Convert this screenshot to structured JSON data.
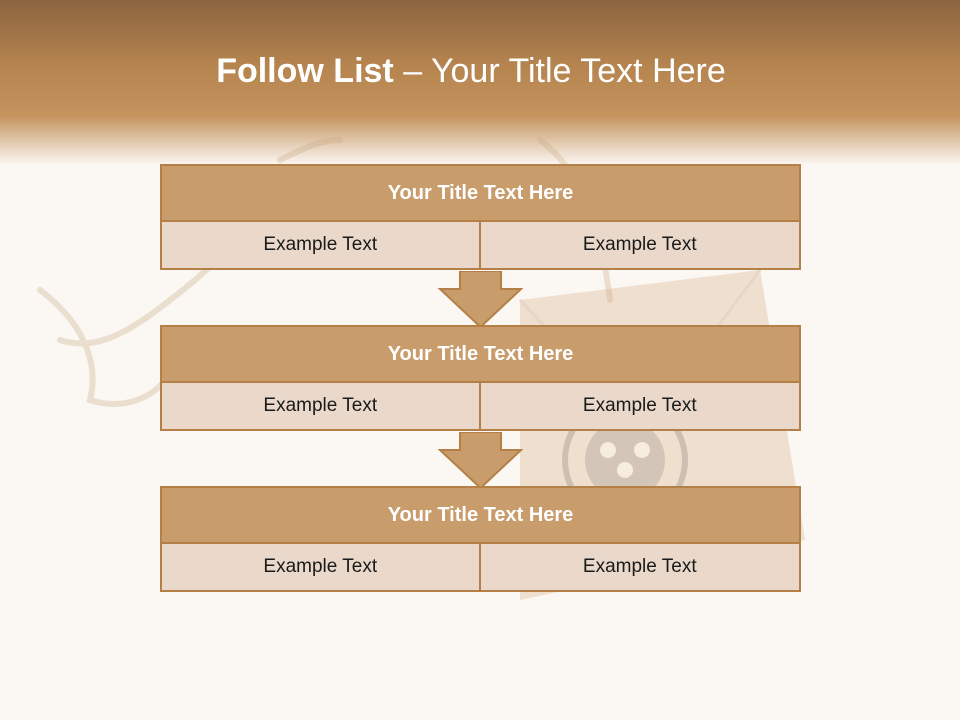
{
  "slide": {
    "title_bold": "Follow List",
    "title_rest": " – Your Title Text Here"
  },
  "blocks": [
    {
      "title": "Your Title Text Here",
      "left": "Example Text",
      "right": "Example Text"
    },
    {
      "title": "Your Title Text Here",
      "left": "Example Text",
      "right": "Example Text"
    },
    {
      "title": "Your Title Text Here",
      "left": "Example Text",
      "right": "Example Text"
    }
  ],
  "colors": {
    "header_brown": "#b6844f",
    "block_title_fill": "#c99c6c",
    "block_cell_fill": "#ead9ca",
    "border": "#b57f48"
  },
  "icons": {
    "arrow": "arrow-down-icon"
  }
}
